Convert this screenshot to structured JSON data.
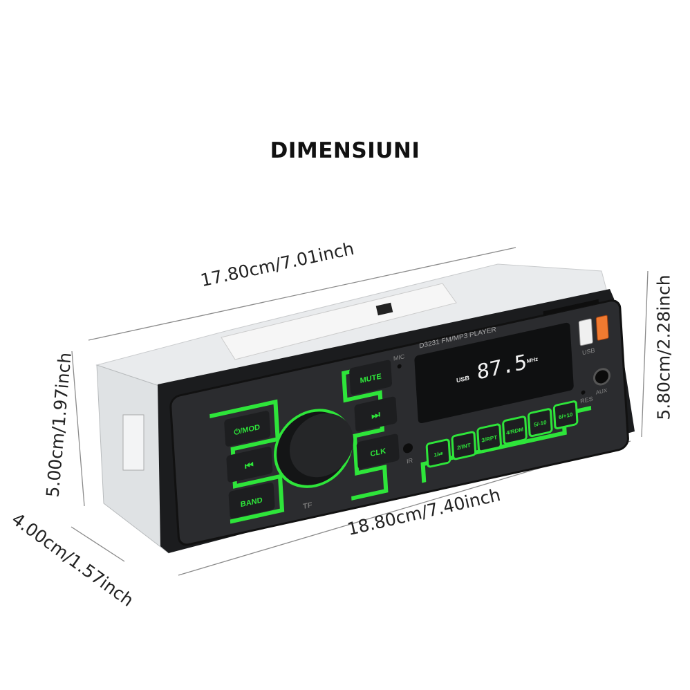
{
  "title": "DIMENSIUNI",
  "dimensions": {
    "top_width": "17.80cm/7.01inch",
    "bottom_width": "18.80cm/7.40inch",
    "left_height": "5.00cm/1.97inch",
    "right_height": "5.80cm/2.28inch",
    "depth": "4.00cm/1.57inch"
  },
  "device": {
    "model_label": "D3231 FM/MP3 PLAYER",
    "display": {
      "source": "USB",
      "frequency": "87.5",
      "unit": "MHz"
    },
    "buttons_left": [
      "⏻/MOD",
      "⏮",
      "BAND"
    ],
    "buttons_right": [
      "MUTE",
      "⏭",
      "CLK"
    ],
    "presets": [
      "1/⏯",
      "2/INT",
      "3/RPT",
      "4/RDM",
      "5/-10",
      "6/+10"
    ],
    "labels": {
      "mic": "MIC",
      "ir": "IR",
      "tf": "TF",
      "res": "RES",
      "usb": "USB",
      "aux": "AUX"
    },
    "accent_color": "#2ee53a"
  }
}
